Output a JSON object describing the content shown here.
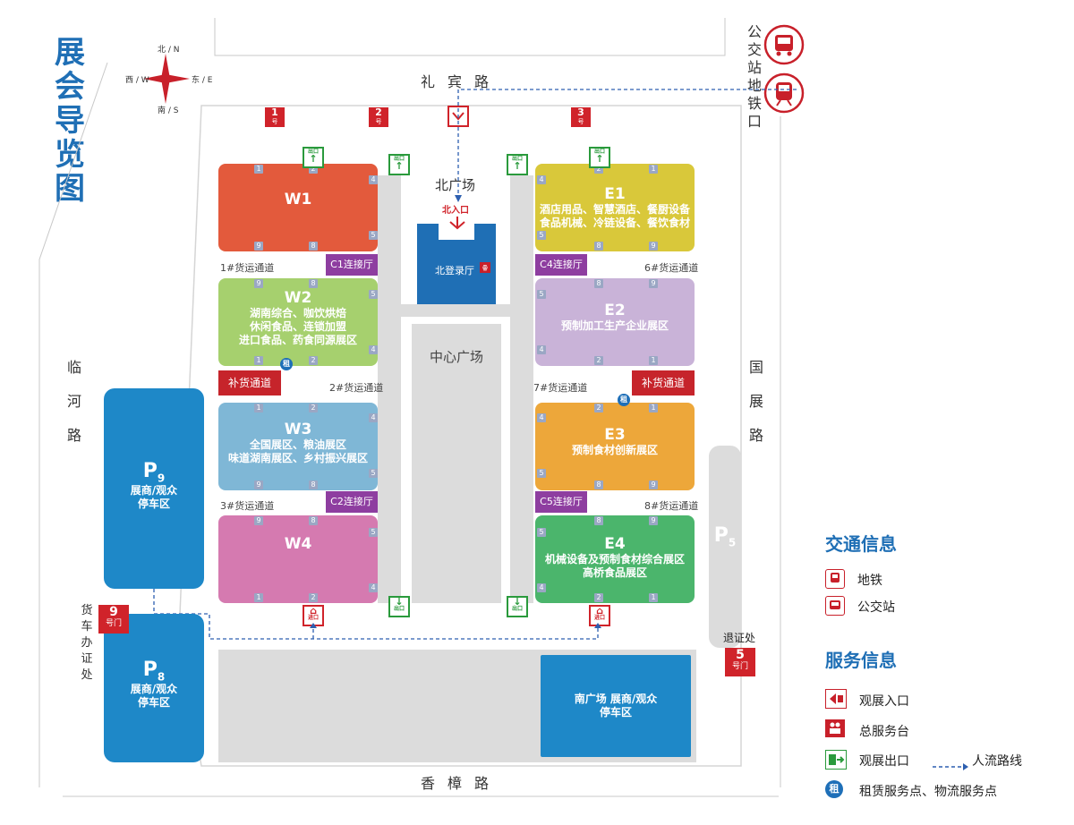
{
  "title": "展会导览图",
  "compass": {
    "n": "北 / N",
    "s": "南 / S",
    "e": "东 / E",
    "w": "西 / W"
  },
  "roads": {
    "north": "礼宾路",
    "south": "香樟路",
    "west": "临河路",
    "east": "国展路"
  },
  "transit_top": {
    "bus": "公交站",
    "metro": "地铁口"
  },
  "gates": [
    {
      "num": "1",
      "unit": "号"
    },
    {
      "num": "2",
      "unit": "号"
    },
    {
      "num": "3",
      "unit": "号"
    },
    {
      "num": "9",
      "unit": "号门"
    },
    {
      "num": "5",
      "unit": "号门"
    }
  ],
  "exit_label": "出口",
  "entry_label": "进口",
  "north_square": "北广场",
  "north_entrance": "北入口",
  "north_hall": "北登录厅",
  "central_square": "中心广场",
  "halls": {
    "W1": {
      "name": "W1",
      "sub": []
    },
    "W2": {
      "name": "W2",
      "sub": [
        "湖南综合、咖饮烘焙",
        "休闲食品、连锁加盟",
        "进口食品、药食同源展区"
      ]
    },
    "W3": {
      "name": "W3",
      "sub": [
        "全国展区、粮油展区",
        "味道湖南展区、乡村振兴展区"
      ]
    },
    "W4": {
      "name": "W4",
      "sub": []
    },
    "E1": {
      "name": "E1",
      "sub": [
        "酒店用品、智慧酒店、餐厨设备",
        "食品机械、冷链设备、餐饮食材"
      ]
    },
    "E2": {
      "name": "E2",
      "sub": [
        "预制加工生产企业展区"
      ]
    },
    "E3": {
      "name": "E3",
      "sub": [
        "预制食材创新展区"
      ]
    },
    "E4": {
      "name": "E4",
      "sub": [
        "机械设备及预制食材综合展区",
        "高桥食品展区"
      ]
    }
  },
  "connectors": {
    "c1": "C1连接厅",
    "c2": "C2连接厅",
    "c4": "C4连接厅",
    "c5": "C5连接厅"
  },
  "restock": "补货通道",
  "freight": {
    "f1": "1#货运通道",
    "f2": "2#货运通道",
    "f3": "3#货运通道",
    "f6": "6#货运通道",
    "f7": "7#货运通道",
    "f8": "8#货运通道"
  },
  "rent_badge": "租",
  "parking": {
    "p9": {
      "letter": "P",
      "num": "9",
      "text": [
        "展商/观众",
        "停车区"
      ]
    },
    "p8": {
      "letter": "P",
      "num": "8",
      "text": [
        "展商/观众",
        "停车区"
      ]
    },
    "p5": {
      "letter": "P",
      "num": "5"
    },
    "south": {
      "text": [
        "南广场 展商/观众",
        "停车区"
      ]
    }
  },
  "truck_office": "货车办证处",
  "return_office": "退证处",
  "legend": {
    "transport_title": "交通信息",
    "metro": "地铁",
    "bus": "公交站",
    "service_title": "服务信息",
    "entrance": "观展入口",
    "service_desk": "总服务台",
    "exit": "观展出口",
    "flow": "人流路线",
    "rent": "租赁服务点、物流服务点"
  },
  "colors": {
    "w1": "#e35a3c",
    "w2": "#a6d06e",
    "w3": "#7fb7d6",
    "w4": "#d57ab0",
    "e1": "#d9c83a",
    "e2": "#c9b3d8",
    "e3": "#eda73a",
    "e4": "#4bb56c",
    "brand": "#1f6fb5",
    "red": "#d0232a",
    "green": "#2a9a3c",
    "purple": "#8e3ea0"
  }
}
